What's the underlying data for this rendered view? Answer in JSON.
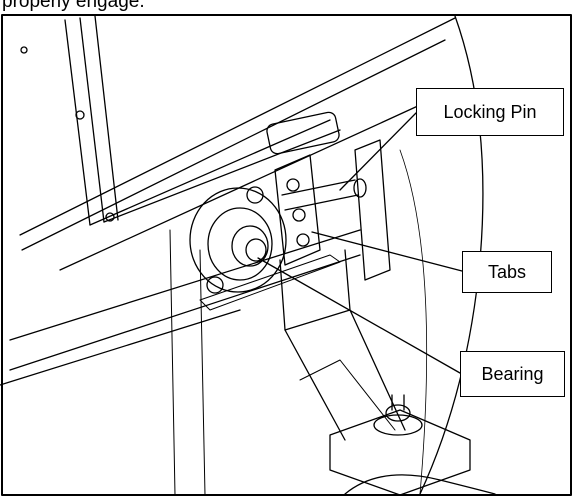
{
  "header": {
    "text": "properly engage."
  },
  "callouts": {
    "locking_pin": "Locking Pin",
    "tabs": "Tabs",
    "bearing": "Bearing"
  },
  "colors": {
    "line": "#000000",
    "background": "#ffffff"
  }
}
